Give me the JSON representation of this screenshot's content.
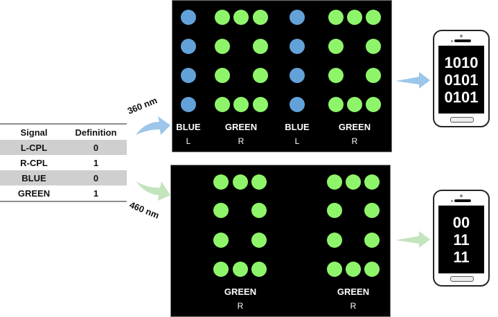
{
  "legend_table": {
    "headers": [
      "Signal",
      "Definition"
    ],
    "rows": [
      {
        "signal": "L-CPL",
        "definition": "0",
        "shaded": true
      },
      {
        "signal": "R-CPL",
        "definition": "1",
        "shaded": false
      },
      {
        "signal": "BLUE",
        "definition": "0",
        "shaded": true
      },
      {
        "signal": "GREEN",
        "definition": "1",
        "shaded": false
      }
    ]
  },
  "excitation": {
    "top": "360 nm",
    "bottom": "460 nm"
  },
  "colors": {
    "blue_dot": "#63a2d8",
    "green_dot": "#8ef56b",
    "blue_arrow": "#9cc6ea",
    "green_arrow": "#c3e4bd"
  },
  "panels": {
    "top": {
      "groups": [
        {
          "color": "BLUE",
          "polarization": "L",
          "pattern": "column"
        },
        {
          "color": "GREEN",
          "polarization": "R",
          "pattern": "zero"
        },
        {
          "color": "BLUE",
          "polarization": "L",
          "pattern": "column"
        },
        {
          "color": "GREEN",
          "polarization": "R",
          "pattern": "zero"
        }
      ]
    },
    "bottom": {
      "groups": [
        {
          "color": "GREEN",
          "polarization": "R",
          "pattern": "zero"
        },
        {
          "color": "GREEN",
          "polarization": "R",
          "pattern": "zero"
        }
      ]
    }
  },
  "phones": {
    "top": {
      "lines": [
        "1010",
        "0101",
        "0101"
      ]
    },
    "bottom": {
      "lines": [
        "00",
        "11",
        "11"
      ]
    }
  }
}
